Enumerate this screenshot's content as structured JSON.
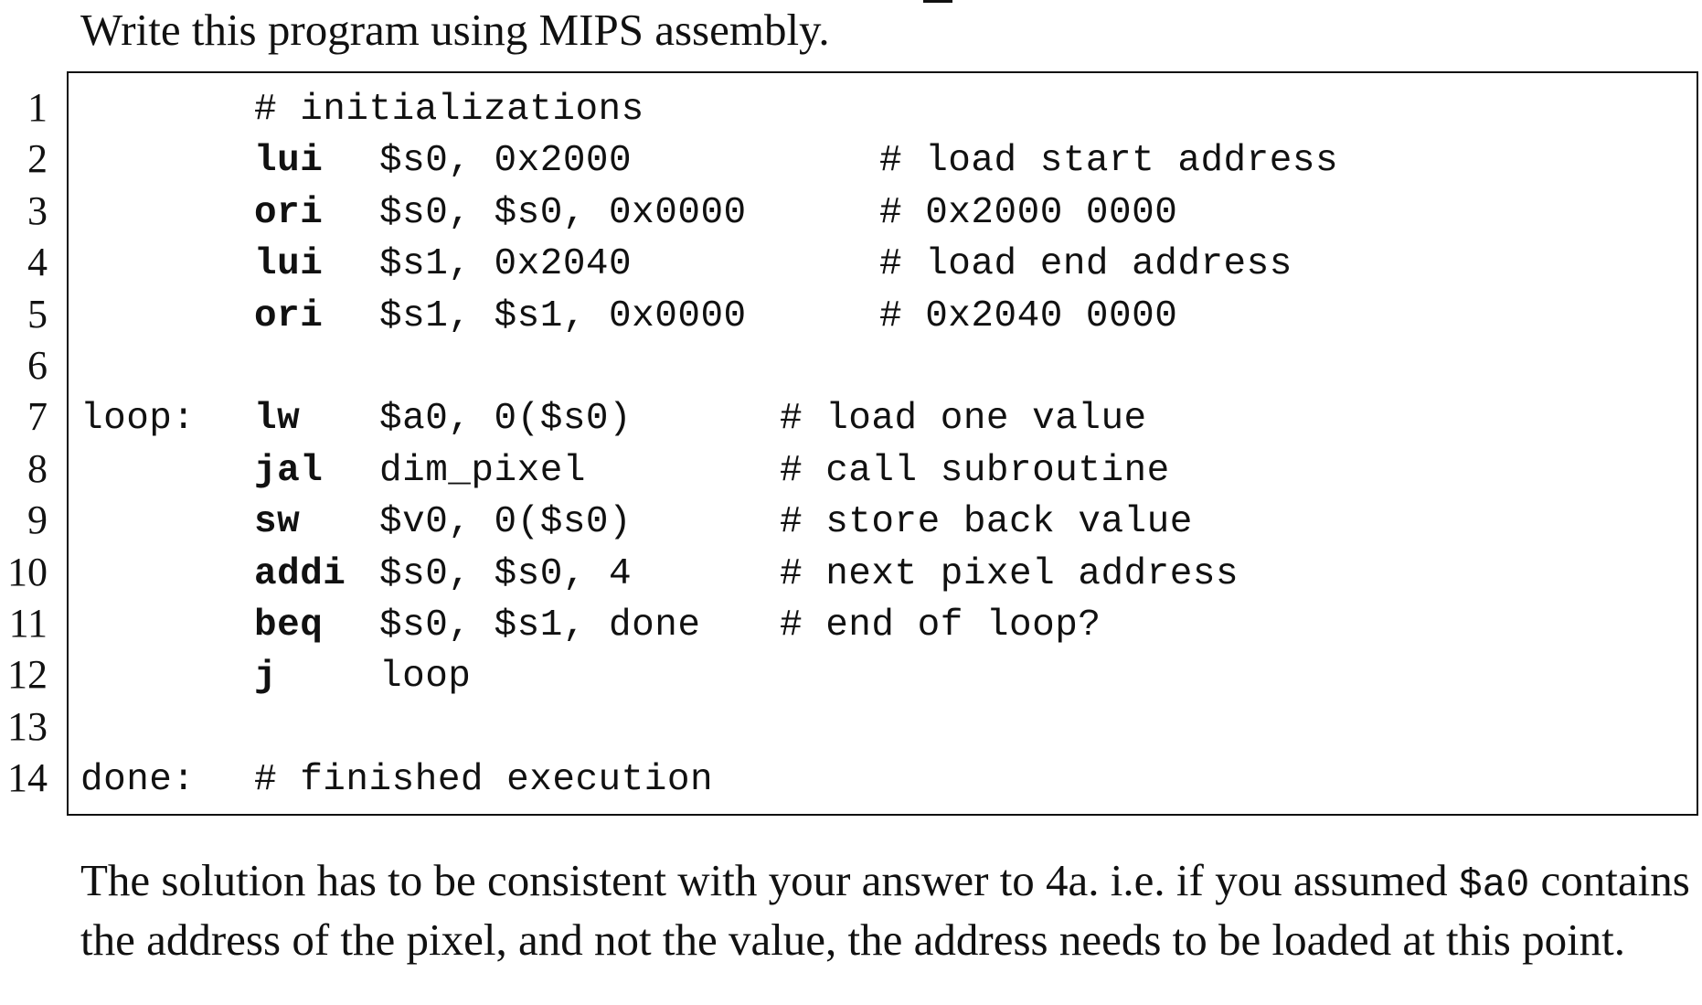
{
  "intro": "Write this program using MIPS assembly.",
  "code_lines": [
    {
      "n": "1",
      "label": "",
      "op": "",
      "args": "# initializations",
      "comment": ""
    },
    {
      "n": "2",
      "label": "",
      "op": "lui",
      "args": "$s0, 0x2000",
      "comment": "# load start address"
    },
    {
      "n": "3",
      "label": "",
      "op": "ori",
      "args": "$s0, $s0, 0x0000",
      "comment": "# 0x2000 0000"
    },
    {
      "n": "4",
      "label": "",
      "op": "lui",
      "args": "$s1, 0x2040",
      "comment": "# load end address"
    },
    {
      "n": "5",
      "label": "",
      "op": "ori",
      "args": "$s1, $s1, 0x0000",
      "comment": "# 0x2040 0000"
    },
    {
      "n": "6",
      "label": "",
      "op": "",
      "args": "",
      "comment": ""
    },
    {
      "n": "7",
      "label": "loop:",
      "op": "lw",
      "args": "$a0, 0($s0)",
      "comment": "# load one value"
    },
    {
      "n": "8",
      "label": "",
      "op": "jal",
      "args": "dim_pixel",
      "comment": "# call subroutine"
    },
    {
      "n": "9",
      "label": "",
      "op": "sw",
      "args": "$v0, 0($s0)",
      "comment": "# store back value"
    },
    {
      "n": "10",
      "label": "",
      "op": "addi",
      "args": "$s0, $s0, 4",
      "comment": "# next pixel address"
    },
    {
      "n": "11",
      "label": "",
      "op": "beq",
      "args": "$s0, $s1, done",
      "comment": "# end of loop?"
    },
    {
      "n": "12",
      "label": "",
      "op": "j",
      "args": "loop",
      "comment": ""
    },
    {
      "n": "13",
      "label": "",
      "op": "",
      "args": "",
      "comment": ""
    },
    {
      "n": "14",
      "label": "done:",
      "op": "",
      "args": "# finished execution",
      "comment": ""
    }
  ],
  "outro": {
    "part1": "The solution has to be consistent with your answer to 4a. i.e. if you assumed ",
    "reg": "$a0",
    "part2": " contains the address of the pixel, and not the value, the address needs to be loaded at this point."
  }
}
